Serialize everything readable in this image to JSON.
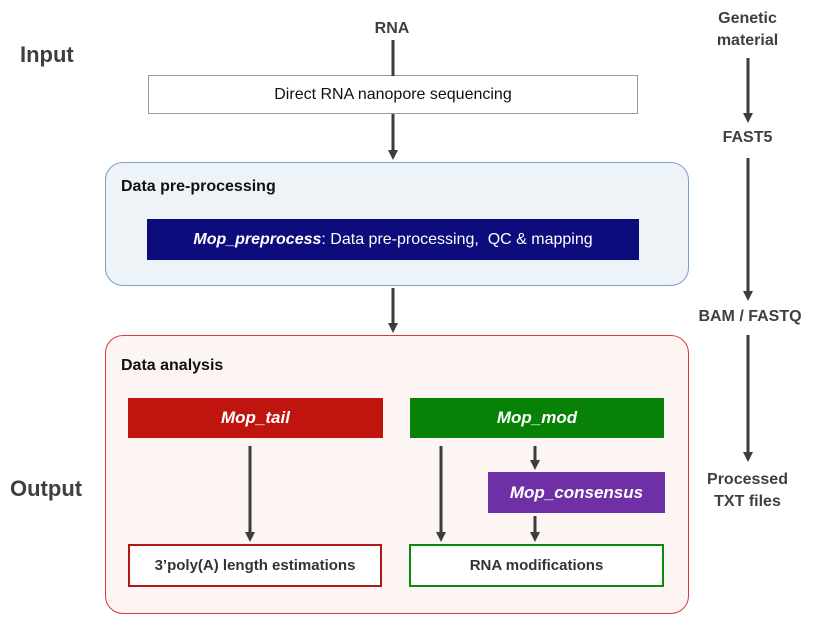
{
  "side_labels": {
    "input": "Input",
    "output": "Output"
  },
  "left_flow": {
    "rna": "RNA",
    "sequencing": "Direct RNA nanopore sequencing"
  },
  "preprocessing": {
    "title": "Data pre-processing",
    "tool_name": "Mop_preprocess",
    "tool_desc": ": Data pre-processing,  QC & mapping"
  },
  "analysis": {
    "title": "Data analysis",
    "mop_tail": "Mop_tail",
    "mop_mod": "Mop_mod",
    "mop_consensus": "Mop_consensus",
    "result_tail": "3’poly(A) length estimations",
    "result_mod": "RNA modifications"
  },
  "right_flow": {
    "genetic_material": "Genetic material",
    "fast5": "FAST5",
    "bam_fastq": "BAM / FASTQ",
    "processed": "Processed TXT files"
  },
  "colors": {
    "arrow": "#3d3d3d",
    "preprocess_panel_bg": "#eef3f7",
    "preprocess_panel_border": "#7f9fc9",
    "preprocess_tool_bg": "#0c0c7c",
    "analysis_panel_bg": "#fdf4f4",
    "analysis_panel_border": "#e03838",
    "mop_tail_bg": "#c0140f",
    "mop_mod_bg": "#078207",
    "mop_consensus_bg": "#6f2fa5",
    "result_tail_border": "#b01818",
    "result_mod_border": "#0a8a0a"
  }
}
